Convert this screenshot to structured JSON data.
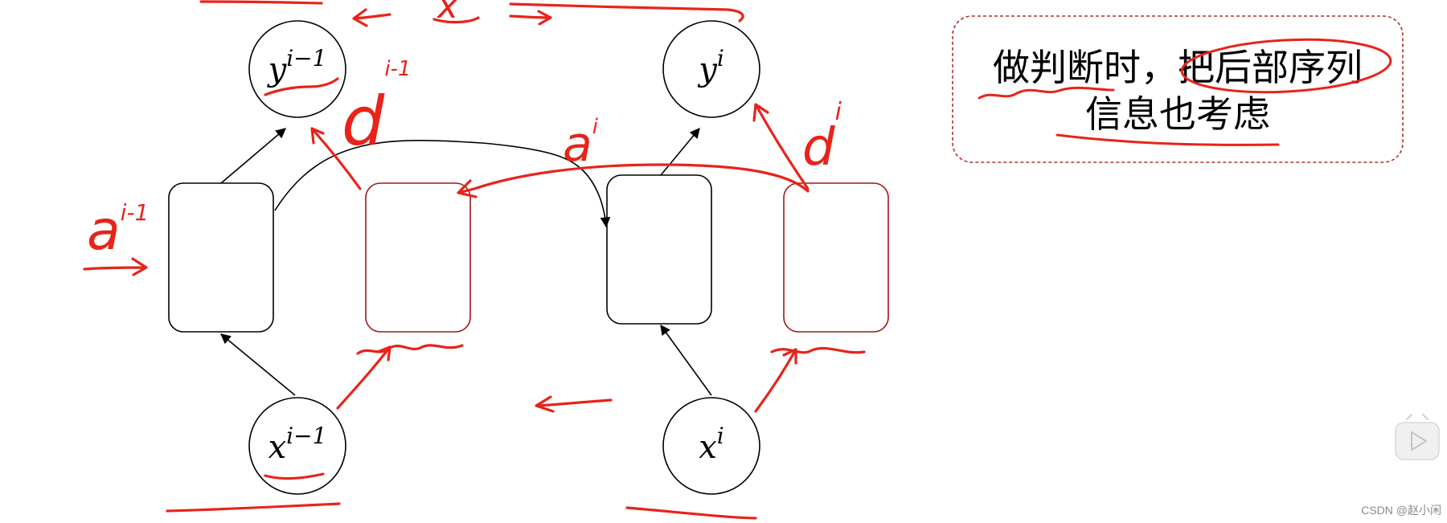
{
  "nodes": {
    "y_prev": {
      "base": "y",
      "sup": "i−1"
    },
    "y_cur": {
      "base": "y",
      "sup": "i"
    },
    "x_prev": {
      "base": "x",
      "sup": "i−1"
    },
    "x_cur": {
      "base": "x",
      "sup": "i"
    }
  },
  "annotations": {
    "a_prev": {
      "base": "a",
      "sup": "i-1"
    },
    "a_cur": {
      "base": "a",
      "sup": "i"
    },
    "d_prev": {
      "base": "d",
      "sup": "i-1"
    },
    "d_cur": {
      "base": "d",
      "sup": "i"
    },
    "top_x": "x"
  },
  "note": {
    "line1": "做判断时，把后部序列",
    "line2": "信息也考虑"
  },
  "watermark": "CSDN @赵小闲",
  "colors": {
    "ink": "#000000",
    "red": "#e8231a",
    "dark_red": "#a01818",
    "note_border": "#b03030"
  }
}
